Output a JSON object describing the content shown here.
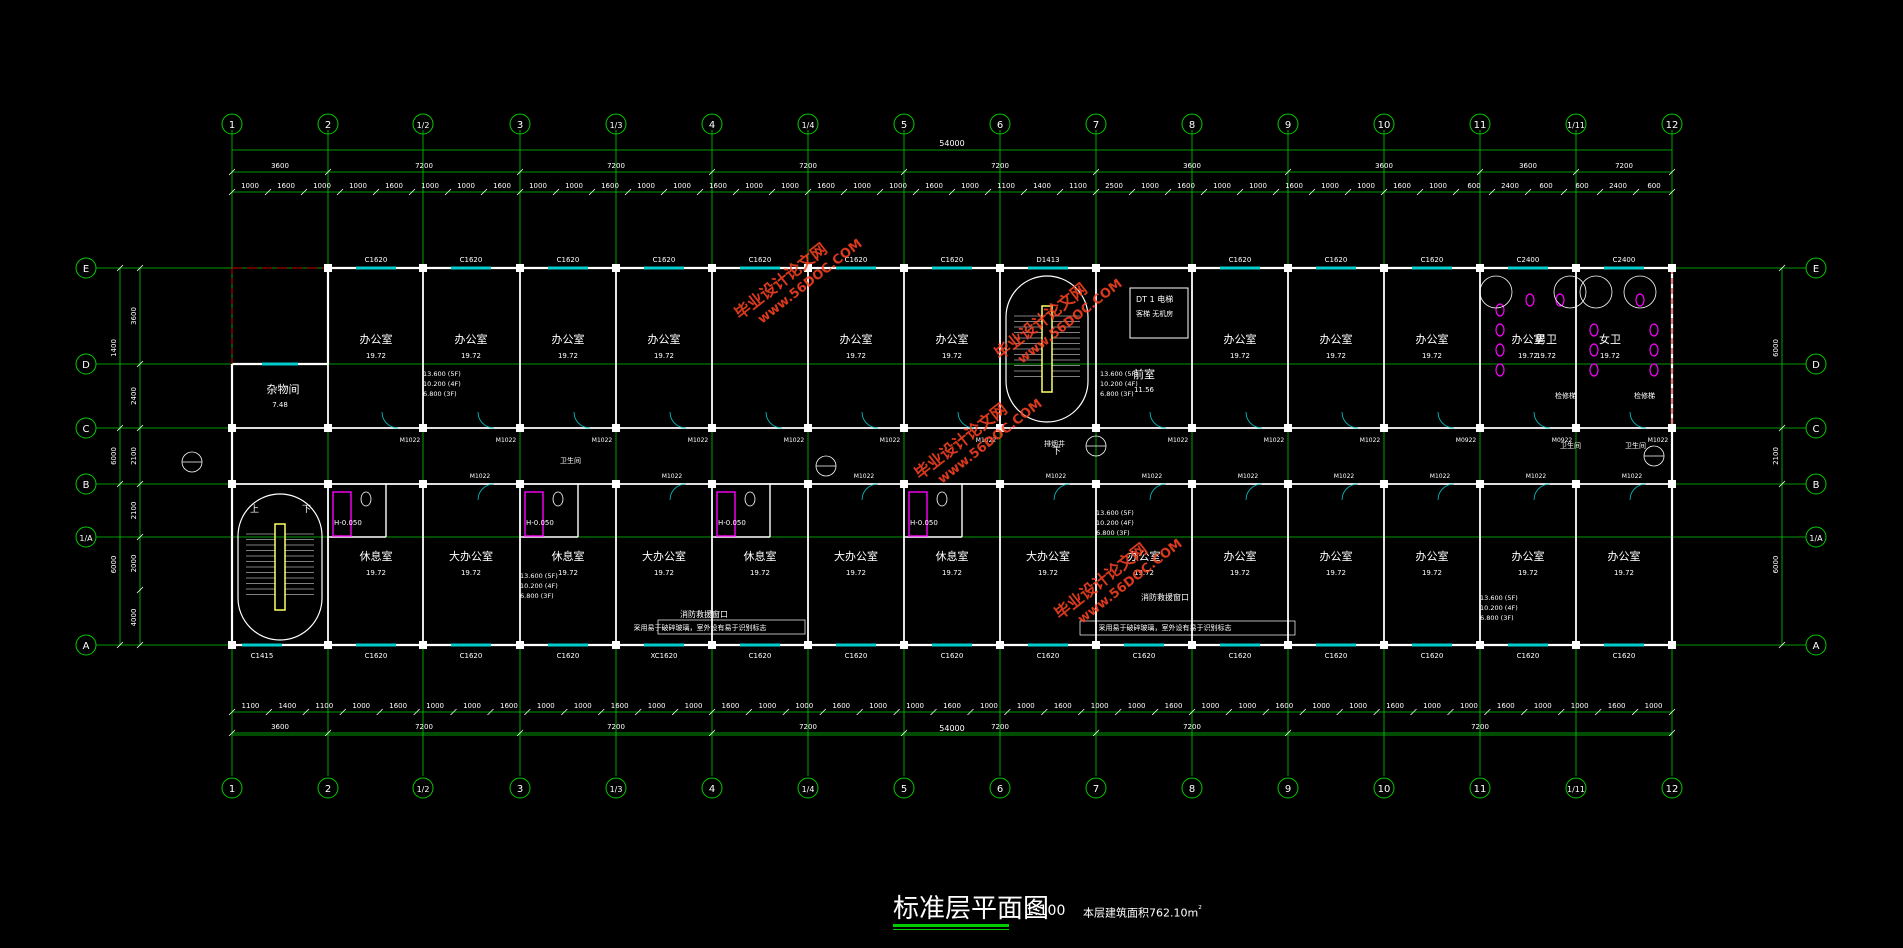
{
  "drawing": {
    "title": "标准层平面图",
    "scale": "1:100",
    "area_note": "本层建筑面积762.10m",
    "area_note_suffix": "²",
    "total_dimension": "54000"
  },
  "grid_columns": [
    {
      "label": "1"
    },
    {
      "label": "2"
    },
    {
      "label": "1/2"
    },
    {
      "label": "3"
    },
    {
      "label": "1/3"
    },
    {
      "label": "4"
    },
    {
      "label": "1/4"
    },
    {
      "label": "5"
    },
    {
      "label": "6"
    },
    {
      "label": "7"
    },
    {
      "label": "8"
    },
    {
      "label": "9"
    },
    {
      "label": "10"
    },
    {
      "label": "11"
    },
    {
      "label": "1/11"
    },
    {
      "label": "12"
    }
  ],
  "grid_rows": [
    {
      "label": "E"
    },
    {
      "label": "D"
    },
    {
      "label": "C"
    },
    {
      "label": "B"
    },
    {
      "label": "1/A"
    },
    {
      "label": "A"
    }
  ],
  "top_dims_level2": [
    "3600",
    "7200",
    "7200",
    "7200",
    "7200",
    "3600",
    "3600",
    "3600",
    "7200"
  ],
  "top_dims_level1": [
    "1000",
    "1600",
    "1000",
    "1000",
    "1600",
    "1000",
    "1000",
    "1600",
    "1000",
    "1000",
    "1600",
    "1000",
    "1000",
    "1600",
    "1000",
    "1000",
    "1600",
    "1000",
    "1000",
    "1600",
    "1000",
    "1100",
    "1400",
    "1100",
    "2500",
    "1000",
    "1600",
    "1000",
    "1000",
    "1600",
    "1000",
    "1000",
    "1600",
    "1000",
    "600",
    "2400",
    "600",
    "600",
    "2400",
    "600"
  ],
  "bottom_dims_level1": [
    "1100",
    "1400",
    "1100",
    "1000",
    "1600",
    "1000",
    "1000",
    "1600",
    "1000",
    "1000",
    "1600",
    "1000",
    "1000",
    "1600",
    "1000",
    "1000",
    "1600",
    "1000",
    "1000",
    "1600",
    "1000",
    "1000",
    "1600",
    "1000",
    "1000",
    "1600",
    "1000",
    "1000",
    "1600",
    "1000",
    "1000",
    "1600",
    "1000",
    "1000",
    "1600",
    "1000",
    "1000",
    "1600",
    "1000"
  ],
  "bottom_dims_level2": [
    "3600",
    "7200",
    "7200",
    "7200",
    "7200",
    "7200",
    "7200"
  ],
  "left_dims_outer": [
    "1400",
    "6000",
    "6000"
  ],
  "left_dims_inner": [
    "3600",
    "2400",
    "2100",
    "2100",
    "2000",
    "4000"
  ],
  "right_dims_outer": [
    "6000",
    "2100",
    "6000"
  ],
  "north_rooms": [
    {
      "name": "办公室",
      "area": "19.72"
    },
    {
      "name": "办公室",
      "area": "19.72"
    },
    {
      "name": "办公室",
      "area": "19.72"
    },
    {
      "name": "办公室",
      "area": "19.72"
    },
    {
      "name": "办公室",
      "area": "19.72"
    },
    {
      "name": "办公室",
      "area": "19.72"
    },
    {
      "name": "办公室",
      "area": "19.72"
    },
    {
      "name": "办公室",
      "area": "19.72"
    },
    {
      "name": "办公室",
      "area": "19.72"
    },
    {
      "name": "办公室",
      "area": "19.72"
    }
  ],
  "south_rooms": [
    {
      "name": "休息室",
      "area": "19.72"
    },
    {
      "name": "大办公室",
      "area": "19.72"
    },
    {
      "name": "休息室",
      "area": "19.72"
    },
    {
      "name": "大办公室",
      "area": "19.72"
    },
    {
      "name": "休息室",
      "area": "19.72"
    },
    {
      "name": "大办公室",
      "area": "19.72"
    },
    {
      "name": "休息室",
      "area": "19.72"
    },
    {
      "name": "大办公室",
      "area": "19.72"
    },
    {
      "name": "办公室",
      "area": "19.72"
    },
    {
      "name": "办公室",
      "area": "19.72"
    },
    {
      "name": "办公室",
      "area": "19.72"
    },
    {
      "name": "办公室",
      "area": "19.72"
    },
    {
      "name": "办公室",
      "area": "19.72"
    },
    {
      "name": "办公室",
      "area": "19.72"
    }
  ],
  "special_rooms": {
    "storage": {
      "name": "杂物间",
      "area": "7.48"
    },
    "anteroom": {
      "name": "前室",
      "area": "11.56"
    },
    "mens_wc": {
      "name": "男卫",
      "area": "19.72"
    },
    "womens_wc": {
      "name": "女卫",
      "area": "19.72"
    },
    "elevator": {
      "line1": "DT 1 电梯",
      "line2": "客梯 无机房"
    }
  },
  "window_labels_top": [
    "C1620",
    "C1620",
    "C1620",
    "C1620",
    "C1620",
    "C1620",
    "C1620",
    "D1413",
    "C1620",
    "C1620",
    "C1620",
    "C2400",
    "C2400"
  ],
  "window_labels_bottom": [
    "C1415",
    "C1620",
    "C1620",
    "C1620",
    "XC1620",
    "C1620",
    "C1620",
    "C1620",
    "C1620",
    "C1620",
    "C1620",
    "C1620",
    "C1620",
    "C1620",
    "C1620"
  ],
  "door_labels": [
    "M1022",
    "M1022",
    "M1022",
    "M1022",
    "M1022",
    "M1022",
    "M1022",
    "M1022",
    "M1022",
    "M1022",
    "M0922",
    "M0922"
  ],
  "elevation_notes": [
    "13.600 (5F)",
    "10.200 (4F)",
    "6.800 (3F)"
  ],
  "wc_note": "H-0.050",
  "notes": {
    "fire_window_1": "消防救援窗口",
    "fire_window_1b": "采用易于破碎玻璃，室外设有易于识别标志",
    "fire_window_2": "消防救援窗口",
    "fire_window_2b": "采用易于破碎玻璃，室外设有易于识别标志",
    "pipe": "排烟井",
    "ladder": "检修梯",
    "stair_up": "上",
    "stair_down": "下",
    "toilet": "卫生间",
    "toilet_2": "卫生间"
  },
  "watermarks": [
    "毕业设计论文网",
    "www.56DOC.COM"
  ],
  "colors": {
    "background": "#000000",
    "grid_line": "#00cc00",
    "wall": "#ffffff",
    "axis_bubble": "#00cc00",
    "wall_red": "#cc0000",
    "window": "#00cccc",
    "fixture": "#ff00ff",
    "stair": "#ffff66",
    "watermark": "#ff4422"
  }
}
